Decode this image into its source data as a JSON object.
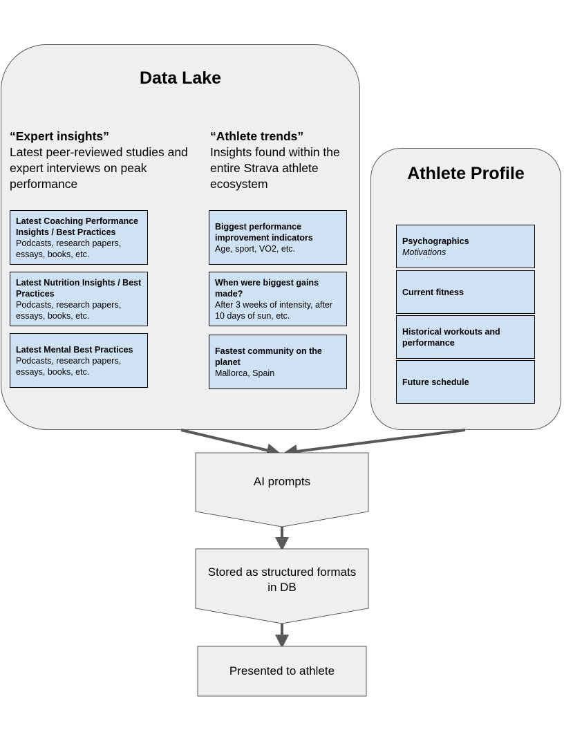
{
  "data_lake": {
    "title": "Data Lake",
    "expert": {
      "heading": "“Expert insights”",
      "description": "Latest peer-reviewed studies and expert interviews on peak performance",
      "cards": [
        {
          "title": "Latest Coaching Performance Insights / Best Practices",
          "text": "Podcasts, research papers, essays, books, etc."
        },
        {
          "title": "Latest Nutrition Insights / Best Practices",
          "text": "Podcasts, research papers, essays, books, etc."
        },
        {
          "title": "Latest Mental Best Practices",
          "text": "Podcasts, research papers, essays, books, etc."
        }
      ]
    },
    "athlete": {
      "heading": "“Athlete trends”",
      "description": "Insights found within the entire Strava athlete ecosystem",
      "cards": [
        {
          "title": "Biggest performance improvement indicators",
          "text": "Age, sport, VO2, etc."
        },
        {
          "title": "When were biggest gains made?",
          "text": "After 3 weeks of intensity, after 10 days of sun, etc."
        },
        {
          "title": "Fastest community on the planet",
          "text": "Mallorca, Spain"
        }
      ]
    }
  },
  "athlete_profile": {
    "title": "Athlete Profile",
    "items": [
      {
        "title": "Psychographics",
        "subtitle": "Motivations"
      },
      {
        "title": "Current fitness"
      },
      {
        "title": "Historical workouts and performance"
      },
      {
        "title": "Future schedule"
      }
    ]
  },
  "flow": {
    "step1": "AI prompts",
    "step2": "Stored as structured formats in DB",
    "step3": "Presented to athlete"
  },
  "colors": {
    "panel_fill": "#efefef",
    "card_fill": "#cfe2f3",
    "step_fill": "#efefef",
    "connector": "#595959"
  }
}
